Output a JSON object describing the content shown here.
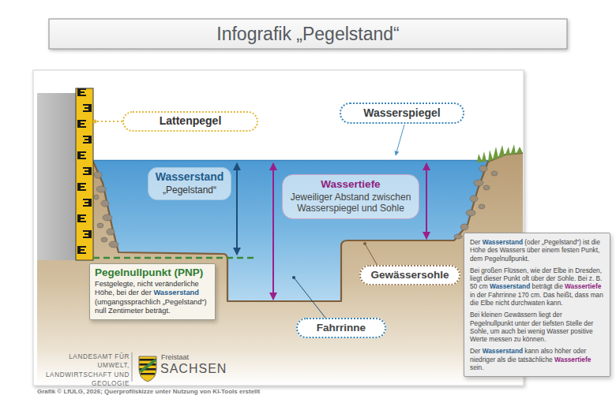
{
  "diagram": {
    "title": "Infografik „Pegelstand“",
    "nodes": [
      {
        "text": [
          "Lattenpegel"
        ]
      },
      {
        "text": [
          "Wasserspiegel"
        ]
      },
      {
        "text": [
          "Wasserstand",
          "„Pegelstand“"
        ]
      },
      {
        "text": [
          "Wassertiefe",
          "Jeweiliger Abstand zwischen Wasserspiegel und Sohle"
        ]
      },
      {
        "text": [
          "Pegelnullpunkt (PNP)",
          "Festgelegte, nicht veränderliche Höhe, bei der der Wasserstand (umgangssprachlich „Pegelstand“) null Zentimeter beträgt."
        ]
      },
      {
        "text": [
          "Gewässersohle"
        ]
      },
      {
        "text": [
          "Fahrrinne"
        ]
      },
      {
        "text": [
          "Der Wasserstand (oder „Pegelstand“) ist die Höhe des Wassers über einem festen Punkt, dem Pegelnullpunkt.",
          "Bei großen Flüssen, wie der Elbe in Dresden, liegt dieser Punkt oft über der Sohle. Bei z. B. 50 cm Wasserstand beträgt die Wassertiefe in der Fahrrinne 170 cm. Das heißt, dass man die Elbe nicht durchwaten kann.",
          "Bei kleinen Gewässern liegt der Pegelnullpunkt unter der tiefsten Stelle der Sohle, um auch bei wenig Wasser positive Werte messen zu können.",
          "Der Wasserstand kann also höher oder niedriger als die tatsächliche Wassertiefe sein."
        ]
      }
    ],
    "labels": [
      "LANDESAMT FÜR UMWELT, LANDWIRTSCHAFT UND GEOLOGIE",
      "Freistaat",
      "SACHSEN",
      "Grafik © LfULG, 2026; Querprofilskizze unter Nutzung von KI-Tools erstellt"
    ]
  }
}
